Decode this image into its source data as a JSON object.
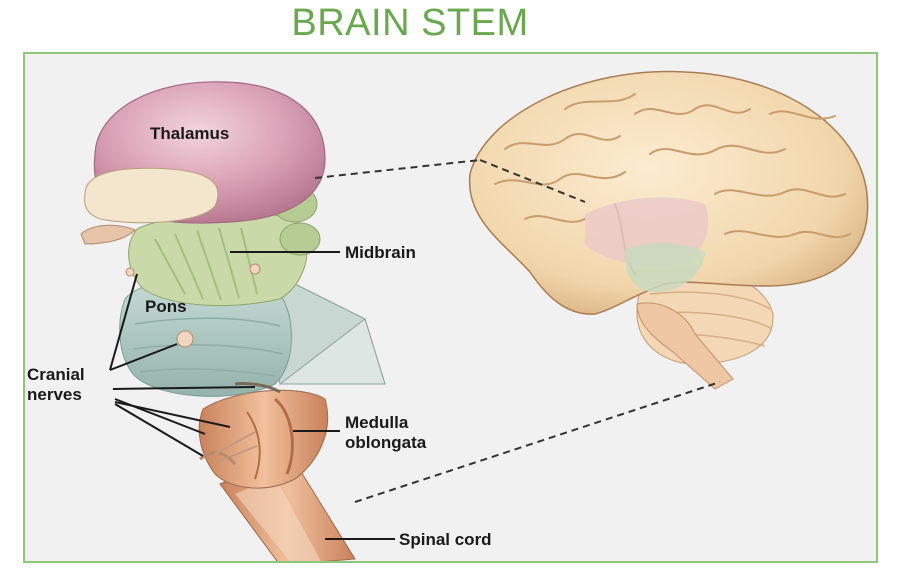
{
  "title": "BRAIN STEM",
  "labels": {
    "thalamus": "Thalamus",
    "midbrain": "Midbrain",
    "pons": "Pons",
    "cranial_nerves_line1": "Cranial",
    "cranial_nerves_line2": "nerves",
    "medulla_line1": "Medulla",
    "medulla_line2": "oblongata",
    "spinal_cord": "Spinal cord"
  },
  "colors": {
    "title": "#6aa84f",
    "frame_border": "#8cc77a",
    "thalamus": "#d9a0b4",
    "midbrain": "#c9d9a8",
    "pons": "#b9cfc8",
    "medulla": "#e0a884",
    "cortex": "#f3dcb4"
  }
}
